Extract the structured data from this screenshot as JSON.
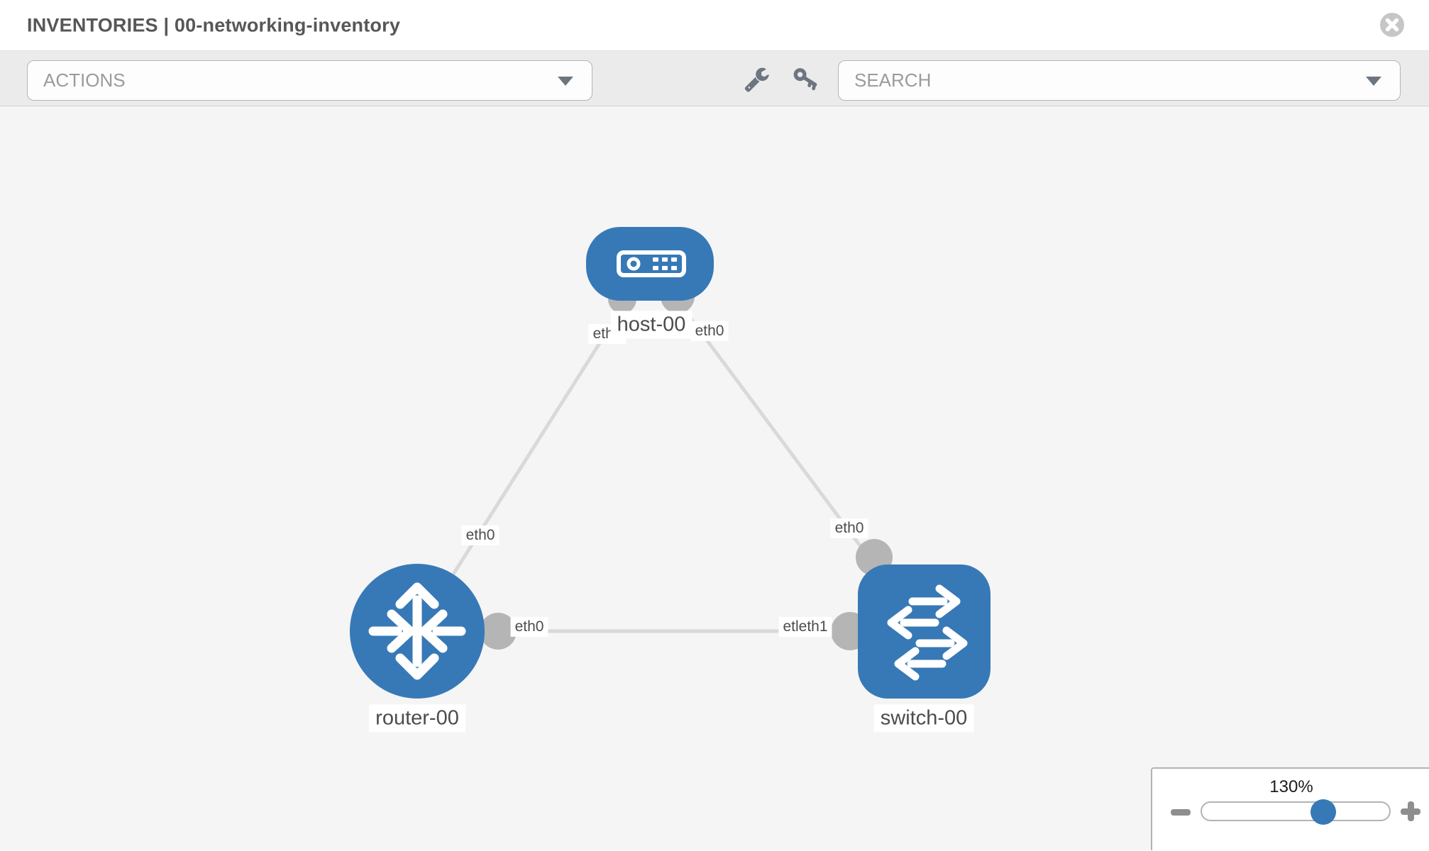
{
  "header": {
    "title": "INVENTORIES | 00-networking-inventory",
    "close_icon": "close-circle-icon"
  },
  "toolbar": {
    "actions_placeholder": "ACTIONS",
    "search_placeholder": "SEARCH",
    "tools": [
      {
        "icon": "wrench-icon"
      },
      {
        "icon": "key-icon"
      }
    ]
  },
  "topology": {
    "nodes": [
      {
        "id": "host-00",
        "label": "host-00",
        "type": "host",
        "icon": "server-icon"
      },
      {
        "id": "router-00",
        "label": "router-00",
        "type": "router",
        "icon": "router-arrows-icon"
      },
      {
        "id": "switch-00",
        "label": "switch-00",
        "type": "switch",
        "icon": "switch-arrows-icon"
      }
    ],
    "links": [
      {
        "from": "host-00",
        "to": "router-00",
        "labels": [
          "eth0",
          "eth0"
        ]
      },
      {
        "from": "host-00",
        "to": "switch-00",
        "labels": [
          "eth0",
          "eth0"
        ]
      },
      {
        "from": "router-00",
        "to": "switch-00",
        "labels": [
          "eth0",
          "etleth1"
        ]
      }
    ]
  },
  "zoom_control": {
    "value": "130%"
  },
  "colors": {
    "node_blue": "#3779b6",
    "link_gray": "#d9d9d9",
    "connector_gray": "#b5b5b5",
    "canvas_bg": "#f5f5f5",
    "toolbar_bg": "#ebebeb",
    "icon_gray": "#6d7680"
  }
}
